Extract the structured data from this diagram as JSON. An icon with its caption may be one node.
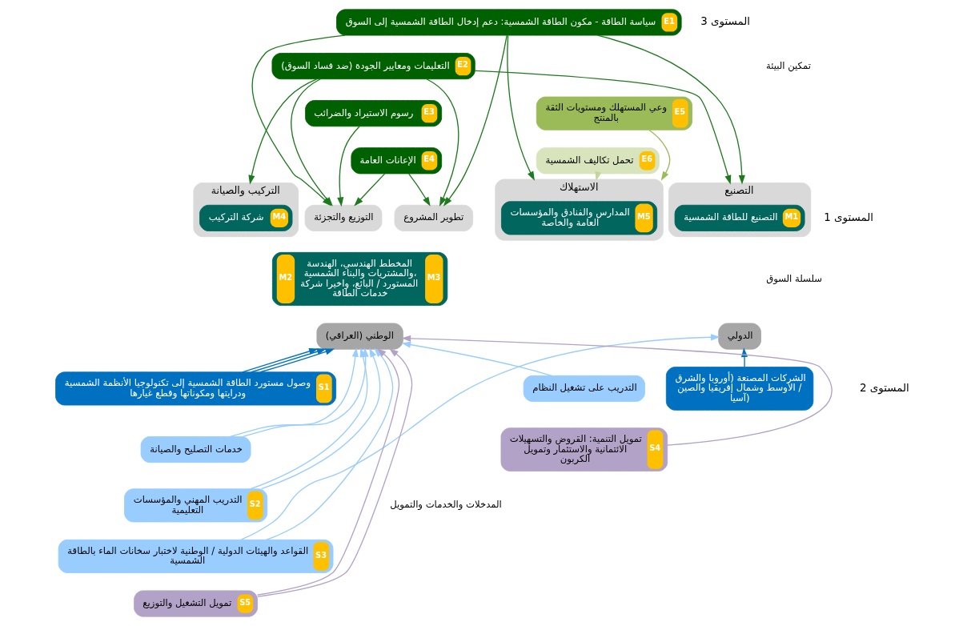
{
  "diagram": {
    "nodes": [
      {
        "text": [
          "E1",
          "سياسة الطاقة - مكون الطاقة الشمسية: دعم إدخال الطاقة الشمسية إلى السوق"
        ]
      },
      {
        "text": [
          "E2",
          "التعليمات ومعايير الجودة (ضد فساد السوق)"
        ]
      },
      {
        "text": [
          "E3",
          "رسوم الاستيراد والضرائب"
        ]
      },
      {
        "text": [
          "E4",
          "الإعانات العامة"
        ]
      },
      {
        "text": [
          "E5",
          "وعي المستهلك ومستويات الثقة بالمنتج"
        ]
      },
      {
        "text": [
          "E6",
          "تحمل تكاليف الشمسية"
        ]
      },
      {
        "text": [
          "التصنيع"
        ]
      },
      {
        "text": [
          "M1",
          "التصنيع للطاقة الشمسية"
        ],
        "in": 6
      },
      {
        "text": [
          "تطوير المشروع"
        ]
      },
      {
        "text": [
          "التوزيع والتجزئة"
        ]
      },
      {
        "text": [
          "M3",
          "المخطط الهندسي، الهندسة والمشتريات والبناء الشمسية، المستورد / البائع، واخيرا شركة خدمات الطاقة",
          "M2"
        ]
      },
      {
        "text": [
          "التركيب والصيانة"
        ]
      },
      {
        "text": [
          "M4",
          "شركة التركيب"
        ],
        "in": 11
      },
      {
        "text": [
          "الاستهلاك"
        ]
      },
      {
        "text": [
          "M5",
          "المدارس والفنادق والمؤسسات العامة والخاصة"
        ],
        "in": 13
      },
      {
        "text": [
          "الدولي"
        ]
      },
      {
        "text": [
          "الوطني (العراقي)"
        ]
      },
      {
        "text": [
          "الشركات المصنعة (أوروبا والشرق الأوسط وشمال إفريقيا والصين / آسيا)"
        ]
      },
      {
        "text": [
          "S1",
          "وصول مستورد الطاقة الشمسية إلى تكنولوجيا الأنظمة الشمسية ودرايتها ومكوناتها وقطع غيارها"
        ]
      },
      {
        "text": [
          "خدمات التصليح والصيانة"
        ]
      },
      {
        "text": [
          "S2",
          "التدريب المهني والمؤسسات التعليمية"
        ]
      },
      {
        "text": [
          "S3",
          "القواعد والهيئات الدولية / الوطنية لاختبار سخانات الماء بالطاقة الشمسية"
        ]
      },
      {
        "text": [
          "S5",
          "تمويل التشغيل والتوزيع"
        ]
      },
      {
        "text": [
          "التدريب على تشغيل النظام"
        ]
      },
      {
        "text": [
          "S4",
          "تمويل التنمية: القروض والتسهيلات الائتمانية والاستثمار وتمويل الكربون"
        ]
      }
    ],
    "edges": [
      {
        "from": 0,
        "to": 6,
        "arrow": "to"
      },
      {
        "from": 1,
        "to": 6,
        "arrow": "to"
      },
      {
        "from": 0,
        "to": 8,
        "arrow": "to"
      },
      {
        "from": 1,
        "to": 8,
        "arrow": "to"
      },
      {
        "from": 3,
        "to": 8,
        "arrow": "to"
      },
      {
        "from": 3,
        "to": 9,
        "arrow": "to"
      },
      {
        "from": 2,
        "to": 9,
        "arrow": "to"
      },
      {
        "from": 1,
        "to": 9,
        "arrow": "to"
      },
      {
        "from": 0,
        "to": 9,
        "arrow": "to"
      },
      {
        "from": 1,
        "to": 11,
        "arrow": "to"
      },
      {
        "from": 4,
        "to": 13,
        "arrow": "to",
        "color": "#9bbb59"
      },
      {
        "from": 5,
        "to": 13,
        "arrow": "to",
        "color": "#c3d69b"
      },
      {
        "from": 0,
        "to": 13,
        "arrow": "to"
      },
      {
        "from": 17,
        "to": 15,
        "arrow": "to",
        "color": "#0070c0"
      },
      {
        "from": 21,
        "to": 15,
        "arrow": "to",
        "color": "#99ccff"
      },
      {
        "from": 18,
        "to": 16,
        "arrow": "to",
        "color": "#0070c0"
      },
      {
        "from": 22,
        "to": 16,
        "arrow": "to",
        "color": "#b3a2c7"
      },
      {
        "from": 21,
        "to": 16,
        "arrow": "to",
        "color": "#99ccff"
      },
      {
        "from": 20,
        "to": 16,
        "arrow": "to",
        "color": "#99ccff"
      },
      {
        "from": 19,
        "to": 16,
        "arrow": "to",
        "color": "#99ccff"
      },
      {
        "from": 18,
        "to": 16,
        "arrow": "to",
        "color": "#0070c0"
      },
      {
        "from": 22,
        "to": 16,
        "arrow": "to",
        "color": "#b3a2c7"
      },
      {
        "from": 20,
        "to": 16,
        "arrow": "to",
        "color": "#99ccff"
      },
      {
        "from": 19,
        "to": 16,
        "arrow": "to",
        "color": "#99ccff"
      },
      {
        "from": 18,
        "to": 16,
        "arrow": "to",
        "color": "#0070c0"
      },
      {
        "from": 23,
        "to": 16,
        "arrow": "to",
        "color": "#99ccff"
      },
      {
        "from": 24,
        "to": 16,
        "arrow": "to",
        "color": "#b3a2c7"
      }
    ],
    "labels": [
      "المستوى 3",
      "تمكين البيئة",
      "المستوى 1",
      "سلسلة السوق",
      "المستوى 2",
      "المدخلات والخدمات والتمويل"
    ]
  }
}
